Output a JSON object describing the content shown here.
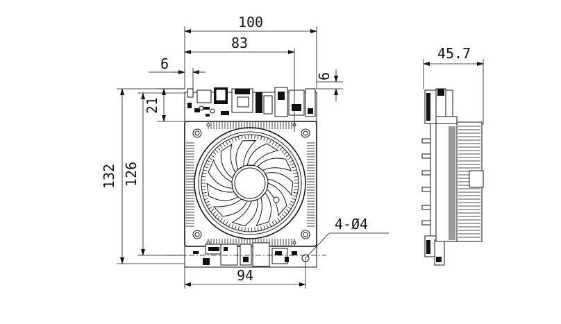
{
  "dimensions": {
    "width_overall": "100",
    "width_hole_span": "83",
    "offset_top_left": "6",
    "offset_top_right": "6",
    "height_connector": "21",
    "height_overall": "132",
    "height_hole_span": "126",
    "hole_callout": "4-Ø4",
    "width_bottom": "94",
    "side_thickness": "45.7"
  }
}
